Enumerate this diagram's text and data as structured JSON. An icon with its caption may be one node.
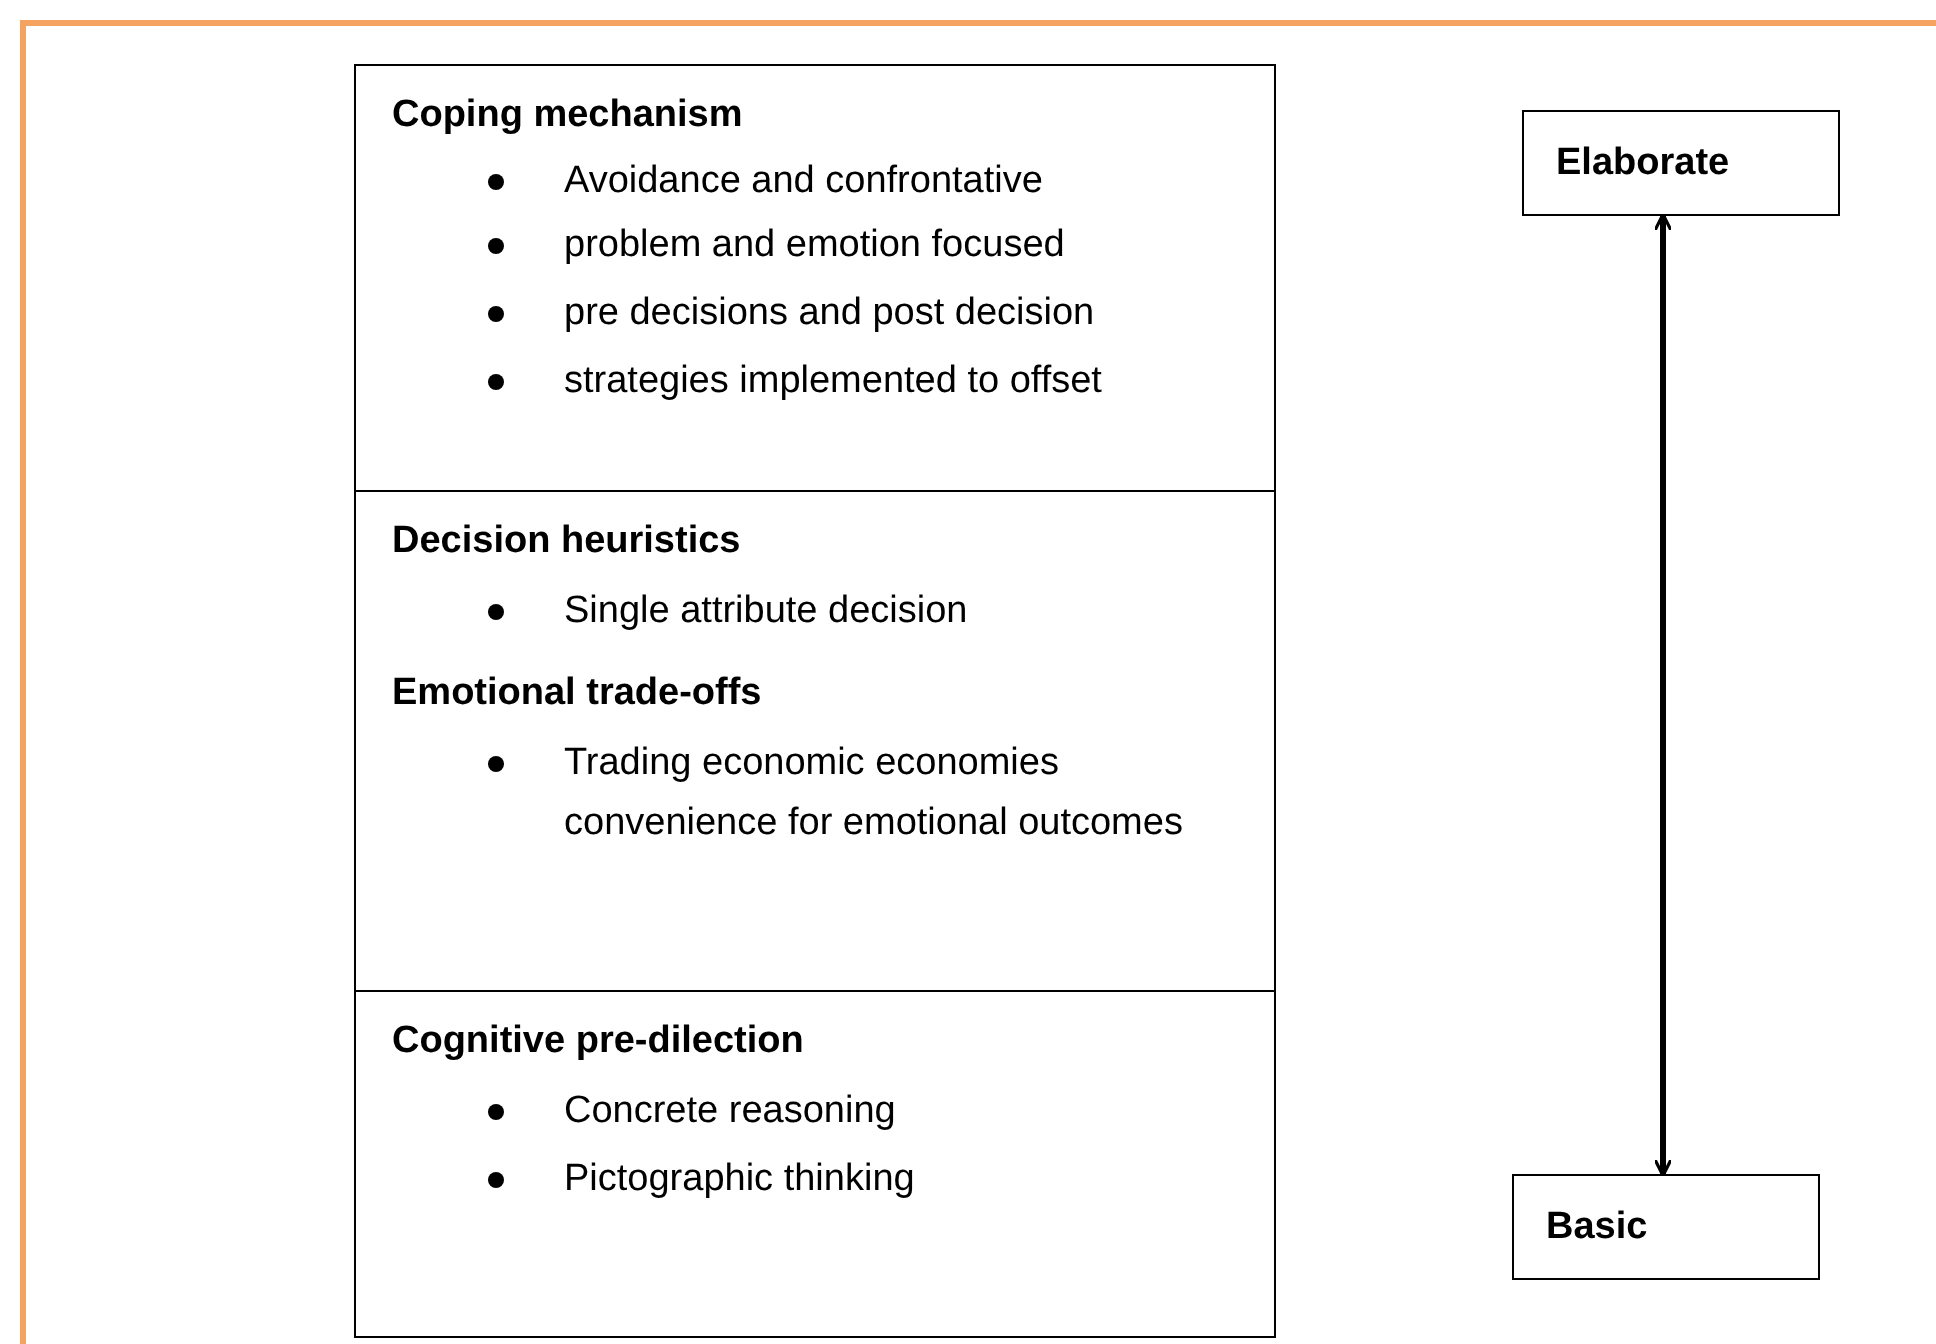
{
  "diagram": {
    "nodes": [
      {
        "text": [
          "Coping mechanism",
          "Avoidance and confrontative",
          "problem and emotion focused",
          "pre decisions and post decision",
          "strategies implemented to offset"
        ]
      },
      {
        "text": [
          "Decision heuristics",
          "Single attribute decision",
          "Emotional trade-offs",
          "Trading economic economies convenience for emotional outcomes"
        ]
      },
      {
        "text": [
          "Cognitive pre-dilection",
          "Concrete reasoning",
          "Pictographic thinking"
        ]
      },
      {
        "text": [
          "Elaborate"
        ]
      },
      {
        "text": [
          "Basic"
        ]
      }
    ],
    "edges": [
      {
        "from": 3,
        "to": 4,
        "arrow": "both"
      }
    ]
  }
}
